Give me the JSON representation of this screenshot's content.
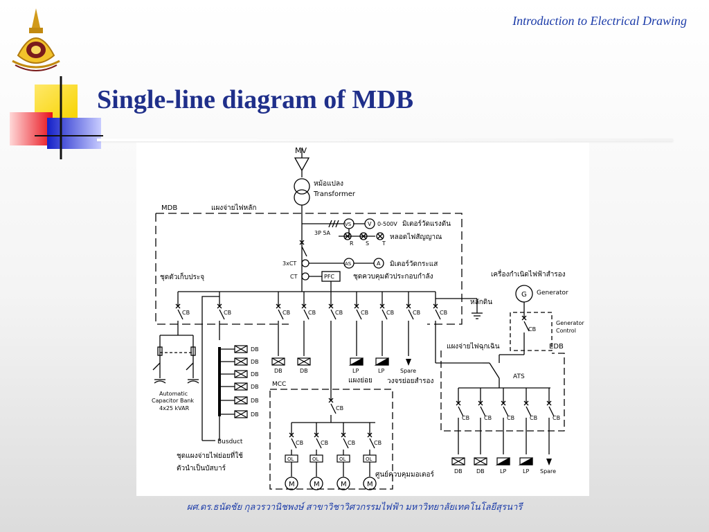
{
  "header": {
    "course_title": "Introduction to Electrical Drawing"
  },
  "slide": {
    "title": "Single-line diagram of MDB"
  },
  "footer": {
    "credit": "ผศ.ดร.ธนัดชัย กุลวรวานิชพงษ์ สาขาวิชาวิศวกรรมไฟฟ้า มหาวิทยาลัยเทคโนโลยีสุรนารี"
  },
  "diagram": {
    "mv": "MV",
    "transformer_th": "หม้อแปลง",
    "transformer_en": "Transformer",
    "mdb": "MDB",
    "mdb_th": "แผงจ่ายไฟหลัก",
    "pt": "3P 5A",
    "vs": "VS",
    "v": "V",
    "v_range": "0-500V",
    "voltmeter_th": "มิเตอร์วัดแรงดัน",
    "phase_r": "R",
    "phase_s": "S",
    "phase_t": "T",
    "lamp_th": "หลอดไฟสัญญาณ",
    "ct3": "3xCT",
    "as": "AS",
    "a": "A",
    "ammeter_th": "มิเตอร์วัดกระแส",
    "ct": "CT",
    "pfc": "PFC",
    "pfc_th": "ชุดควบคุมตัวประกอบกำลัง",
    "cap_th": "ชุดตัวเก็บประจุ",
    "cb": "CB",
    "ground_th": "หลักดิน",
    "gen_th": "เครื่องกำเนิดไฟฟ้าสำรอง",
    "g": "G",
    "generator": "Generator",
    "gen_control_1": "Generator",
    "gen_control_2": "Control",
    "edb_th": "แผงจ่ายไฟฉุกเฉิน",
    "edb": "EDB",
    "ats": "ATS",
    "db": "DB",
    "lp": "LP",
    "spare": "Spare",
    "lp_th": "แผงย่อย",
    "spare_th": "วงจรย่อยสำรอง",
    "mcc": "MCC",
    "cap_bank_1": "Automatic",
    "cap_bank_2": "Capacitor Bank",
    "cap_bank_3": "4x25 kVAR",
    "busduct": "Busduct",
    "busduct_th_1": "ชุดแผงจ่ายไฟย่อยที่ใช้",
    "busduct_th_2": "ตัวนำเป็นบัสบาร์",
    "motor": "M",
    "ol": "OL",
    "motor_center_th": "ศูนย์ควบคุมมอเตอร์"
  }
}
